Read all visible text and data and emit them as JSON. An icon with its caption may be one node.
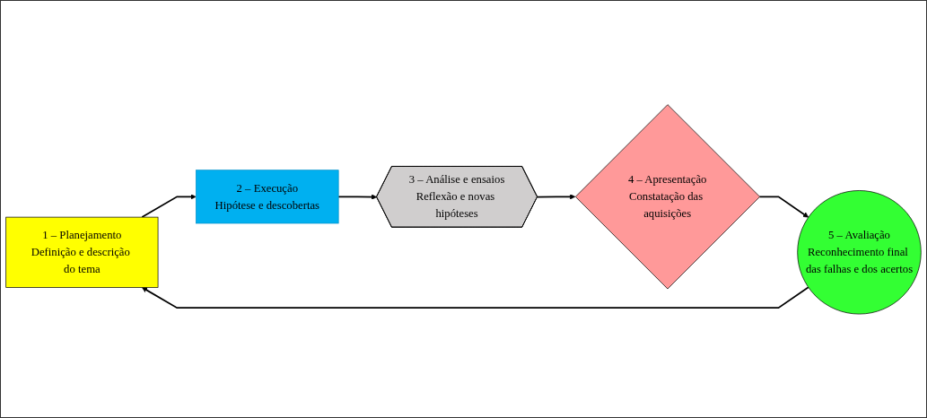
{
  "diagram": {
    "nodes": [
      {
        "text": [
          "1 – Planejamento",
          "Definição e descrição do tema"
        ]
      },
      {
        "text": [
          "2 – Execução",
          "Hipótese e descobertas"
        ]
      },
      {
        "text": [
          "3 – Análise e ensaios",
          "Reflexão e novas hipóteses"
        ]
      },
      {
        "text": [
          "4 – Apresentação",
          "Constatação das aquisições"
        ]
      },
      {
        "text": [
          "5 – Avaliação",
          "Reconhecimento final das falhas e dos acertos"
        ]
      }
    ],
    "edges": [
      {
        "from": 0,
        "to": 1,
        "arrow": "to"
      },
      {
        "from": 1,
        "to": 2,
        "arrow": "to"
      },
      {
        "from": 2,
        "to": 3,
        "arrow": "to"
      },
      {
        "from": 3,
        "to": 4,
        "arrow": "to"
      },
      {
        "from": 4,
        "to": 0,
        "arrow": "to"
      }
    ]
  }
}
